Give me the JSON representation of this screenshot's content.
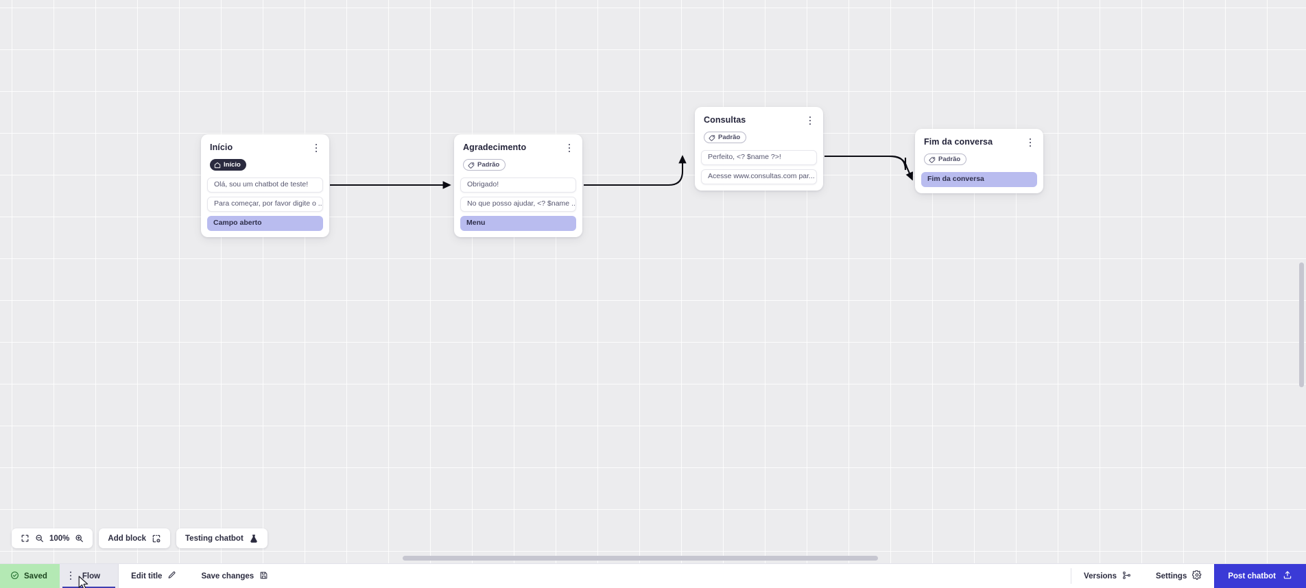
{
  "app": {
    "zoom_level": "100%",
    "accent_color": "#3a3ad6",
    "action_row_color": "#b9bcef",
    "saved_color": "#b4e9b4"
  },
  "canvas": {
    "nodes": [
      {
        "id": "inicio",
        "title": "Início",
        "badge": {
          "label": "Início",
          "icon": "home-icon",
          "style": "start"
        },
        "rows": [
          {
            "text": "Olá, sou um chatbot de teste!",
            "type": "message"
          },
          {
            "text": "Para começar, por favor digite o ...",
            "type": "message"
          },
          {
            "text": "Campo aberto",
            "type": "action"
          }
        ]
      },
      {
        "id": "agradecimento",
        "title": "Agradecimento",
        "badge": {
          "label": "Padrão",
          "icon": "tag-icon",
          "style": "default"
        },
        "rows": [
          {
            "text": "Obrigado!",
            "type": "message"
          },
          {
            "text": "No que posso ajudar, <? $name ...",
            "type": "message"
          },
          {
            "text": "Menu",
            "type": "action"
          }
        ]
      },
      {
        "id": "consultas",
        "title": "Consultas",
        "badge": {
          "label": "Padrão",
          "icon": "tag-icon",
          "style": "default"
        },
        "rows": [
          {
            "text": "Perfeito, <? $name ?>!",
            "type": "message"
          },
          {
            "text": "Acesse www.consultas.com par...",
            "type": "message"
          }
        ]
      },
      {
        "id": "fim",
        "title": "Fim da conversa",
        "badge": {
          "label": "Padrão",
          "icon": "tag-icon",
          "style": "default"
        },
        "rows": [
          {
            "text": "Fim da conversa",
            "type": "action"
          }
        ]
      }
    ],
    "kebab_icon": "more-vertical-icon"
  },
  "toolbar": {
    "fit_icon": "fit-screen-icon",
    "zoom_out_icon": "zoom-out-icon",
    "zoom_in_icon": "zoom-in-icon",
    "zoom_value": "100%",
    "add_block_label": "Add block",
    "add_block_icon": "add-block-icon",
    "testing_label": "Testing chatbot",
    "testing_icon": "flask-icon"
  },
  "bottom_bar": {
    "saved_label": "Saved",
    "saved_icon": "check-circle-icon",
    "flow_tab_label": "Flow",
    "flow_tab_icon": "more-vertical-icon",
    "edit_title_label": "Edit title",
    "edit_title_icon": "pencil-icon",
    "save_changes_label": "Save changes",
    "save_changes_icon": "floppy-disk-icon",
    "versions_label": "Versions",
    "versions_icon": "branch-icon",
    "settings_label": "Settings",
    "settings_icon": "gear-icon",
    "post_label": "Post chatbot",
    "post_icon": "upload-icon"
  }
}
